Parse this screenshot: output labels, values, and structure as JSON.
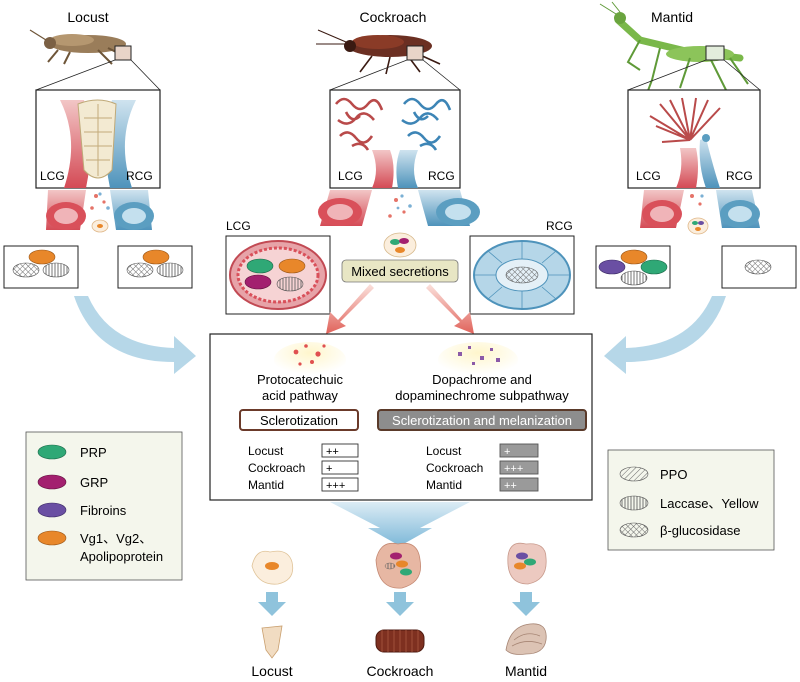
{
  "species": {
    "locust": "Locust",
    "cockroach": "Cockroach",
    "mantid": "Mantid"
  },
  "gland_labels": {
    "left": "LCG",
    "right": "RCG"
  },
  "center": {
    "mixed_secretions": "Mixed secretions"
  },
  "pathways": {
    "left": {
      "title_line1": "Protocatechuic",
      "title_line2": "acid pathway",
      "process": "Sclerotization",
      "rows": [
        {
          "species": "Locust",
          "level": "++"
        },
        {
          "species": "Cockroach",
          "level": "+"
        },
        {
          "species": "Mantid",
          "level": "+++"
        }
      ]
    },
    "right": {
      "title_line1": "Dopachrome and",
      "title_line2": "dopaminechrome subpathway",
      "process": "Sclerotization and melanization",
      "rows": [
        {
          "species": "Locust",
          "level": "+"
        },
        {
          "species": "Cockroach",
          "level": "+++"
        },
        {
          "species": "Mantid",
          "level": "++"
        }
      ]
    }
  },
  "legend_proteins": [
    {
      "label": "PRP",
      "color": "#2fa876"
    },
    {
      "label": "GRP",
      "color": "#a3206f"
    },
    {
      "label": "Fibroins",
      "color": "#6a4fa3"
    },
    {
      "label": "Vg1、Vg2、",
      "label2": "Apolipoprotein",
      "color": "#e8872a"
    }
  ],
  "legend_enzymes": [
    {
      "label": "PPO",
      "pattern": "diagonal"
    },
    {
      "label": "Laccase、Yellow",
      "pattern": "vertical"
    },
    {
      "label": "β-glucosidase",
      "pattern": "cross"
    }
  ],
  "colors": {
    "lcg_red": "#d9505a",
    "rcg_blue": "#5b9ec1",
    "arrow_blue": "#8fc3dc",
    "arrow_red": "#e57368",
    "legend_bg": "#f4f6ec",
    "label_box": "#e8e6c4"
  }
}
